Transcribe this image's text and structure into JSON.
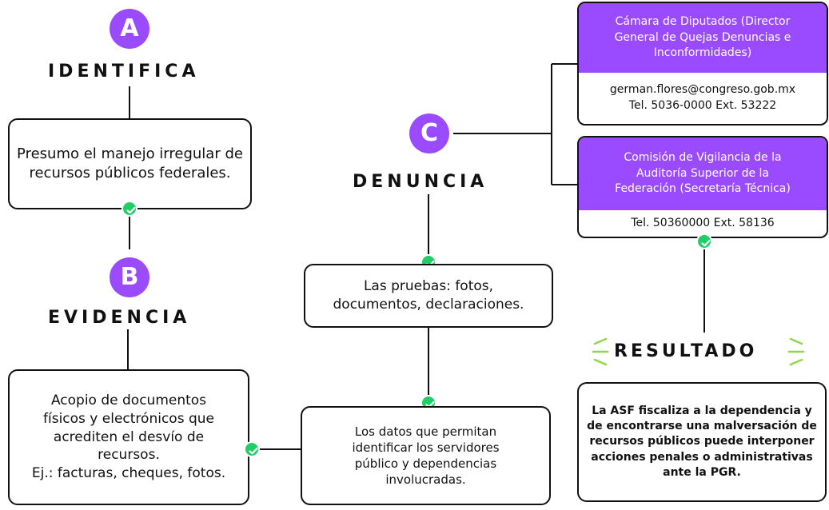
{
  "colors": {
    "accent": "#9b4bff",
    "check": "#22cc66",
    "sparkle": "#8ed84b"
  },
  "steps": {
    "a": {
      "letter": "A",
      "title": "IDENTIFICA"
    },
    "b": {
      "letter": "B",
      "title": "EVIDENCIA"
    },
    "c": {
      "letter": "C",
      "title": "DENUNCIA"
    }
  },
  "boxes": {
    "presumo": "Presumo el manejo irregular de recursos públicos federales.",
    "acopio": [
      "Acopio de documentos",
      "físicos y electrónicos que",
      "acrediten el desvío de",
      "recursos.",
      "Ej.: facturas, cheques, fotos."
    ],
    "pruebas": [
      "Las pruebas: fotos,",
      "documentos, declaraciones."
    ],
    "datos": [
      "Los datos que permitan",
      "identificar los servidores",
      "público y dependencias",
      "involucradas."
    ],
    "resultado_text": [
      "La ASF fiscaliza a la dependencia y",
      "de encontrarse una malversación de",
      "recursos públicos puede interponer",
      "acciones penales o administrativas",
      "ante la PGR."
    ]
  },
  "contacts": {
    "camara": {
      "header": [
        "Cámara de Diputados (Director",
        "General de Quejas Denuncias e",
        "Inconformidades)"
      ],
      "email": "german.flores@congreso.gob.mx",
      "phone": "Tel. 5036-0000 Ext. 53222"
    },
    "comision": {
      "header": [
        "Comisión de Vigilancia de la",
        "Auditoría Superior de la",
        "Federación (Secretaría Técnica)"
      ],
      "phone": "Tel. 50360000 Ext. 58136"
    }
  },
  "resultado": {
    "title": "RESULTADO"
  }
}
